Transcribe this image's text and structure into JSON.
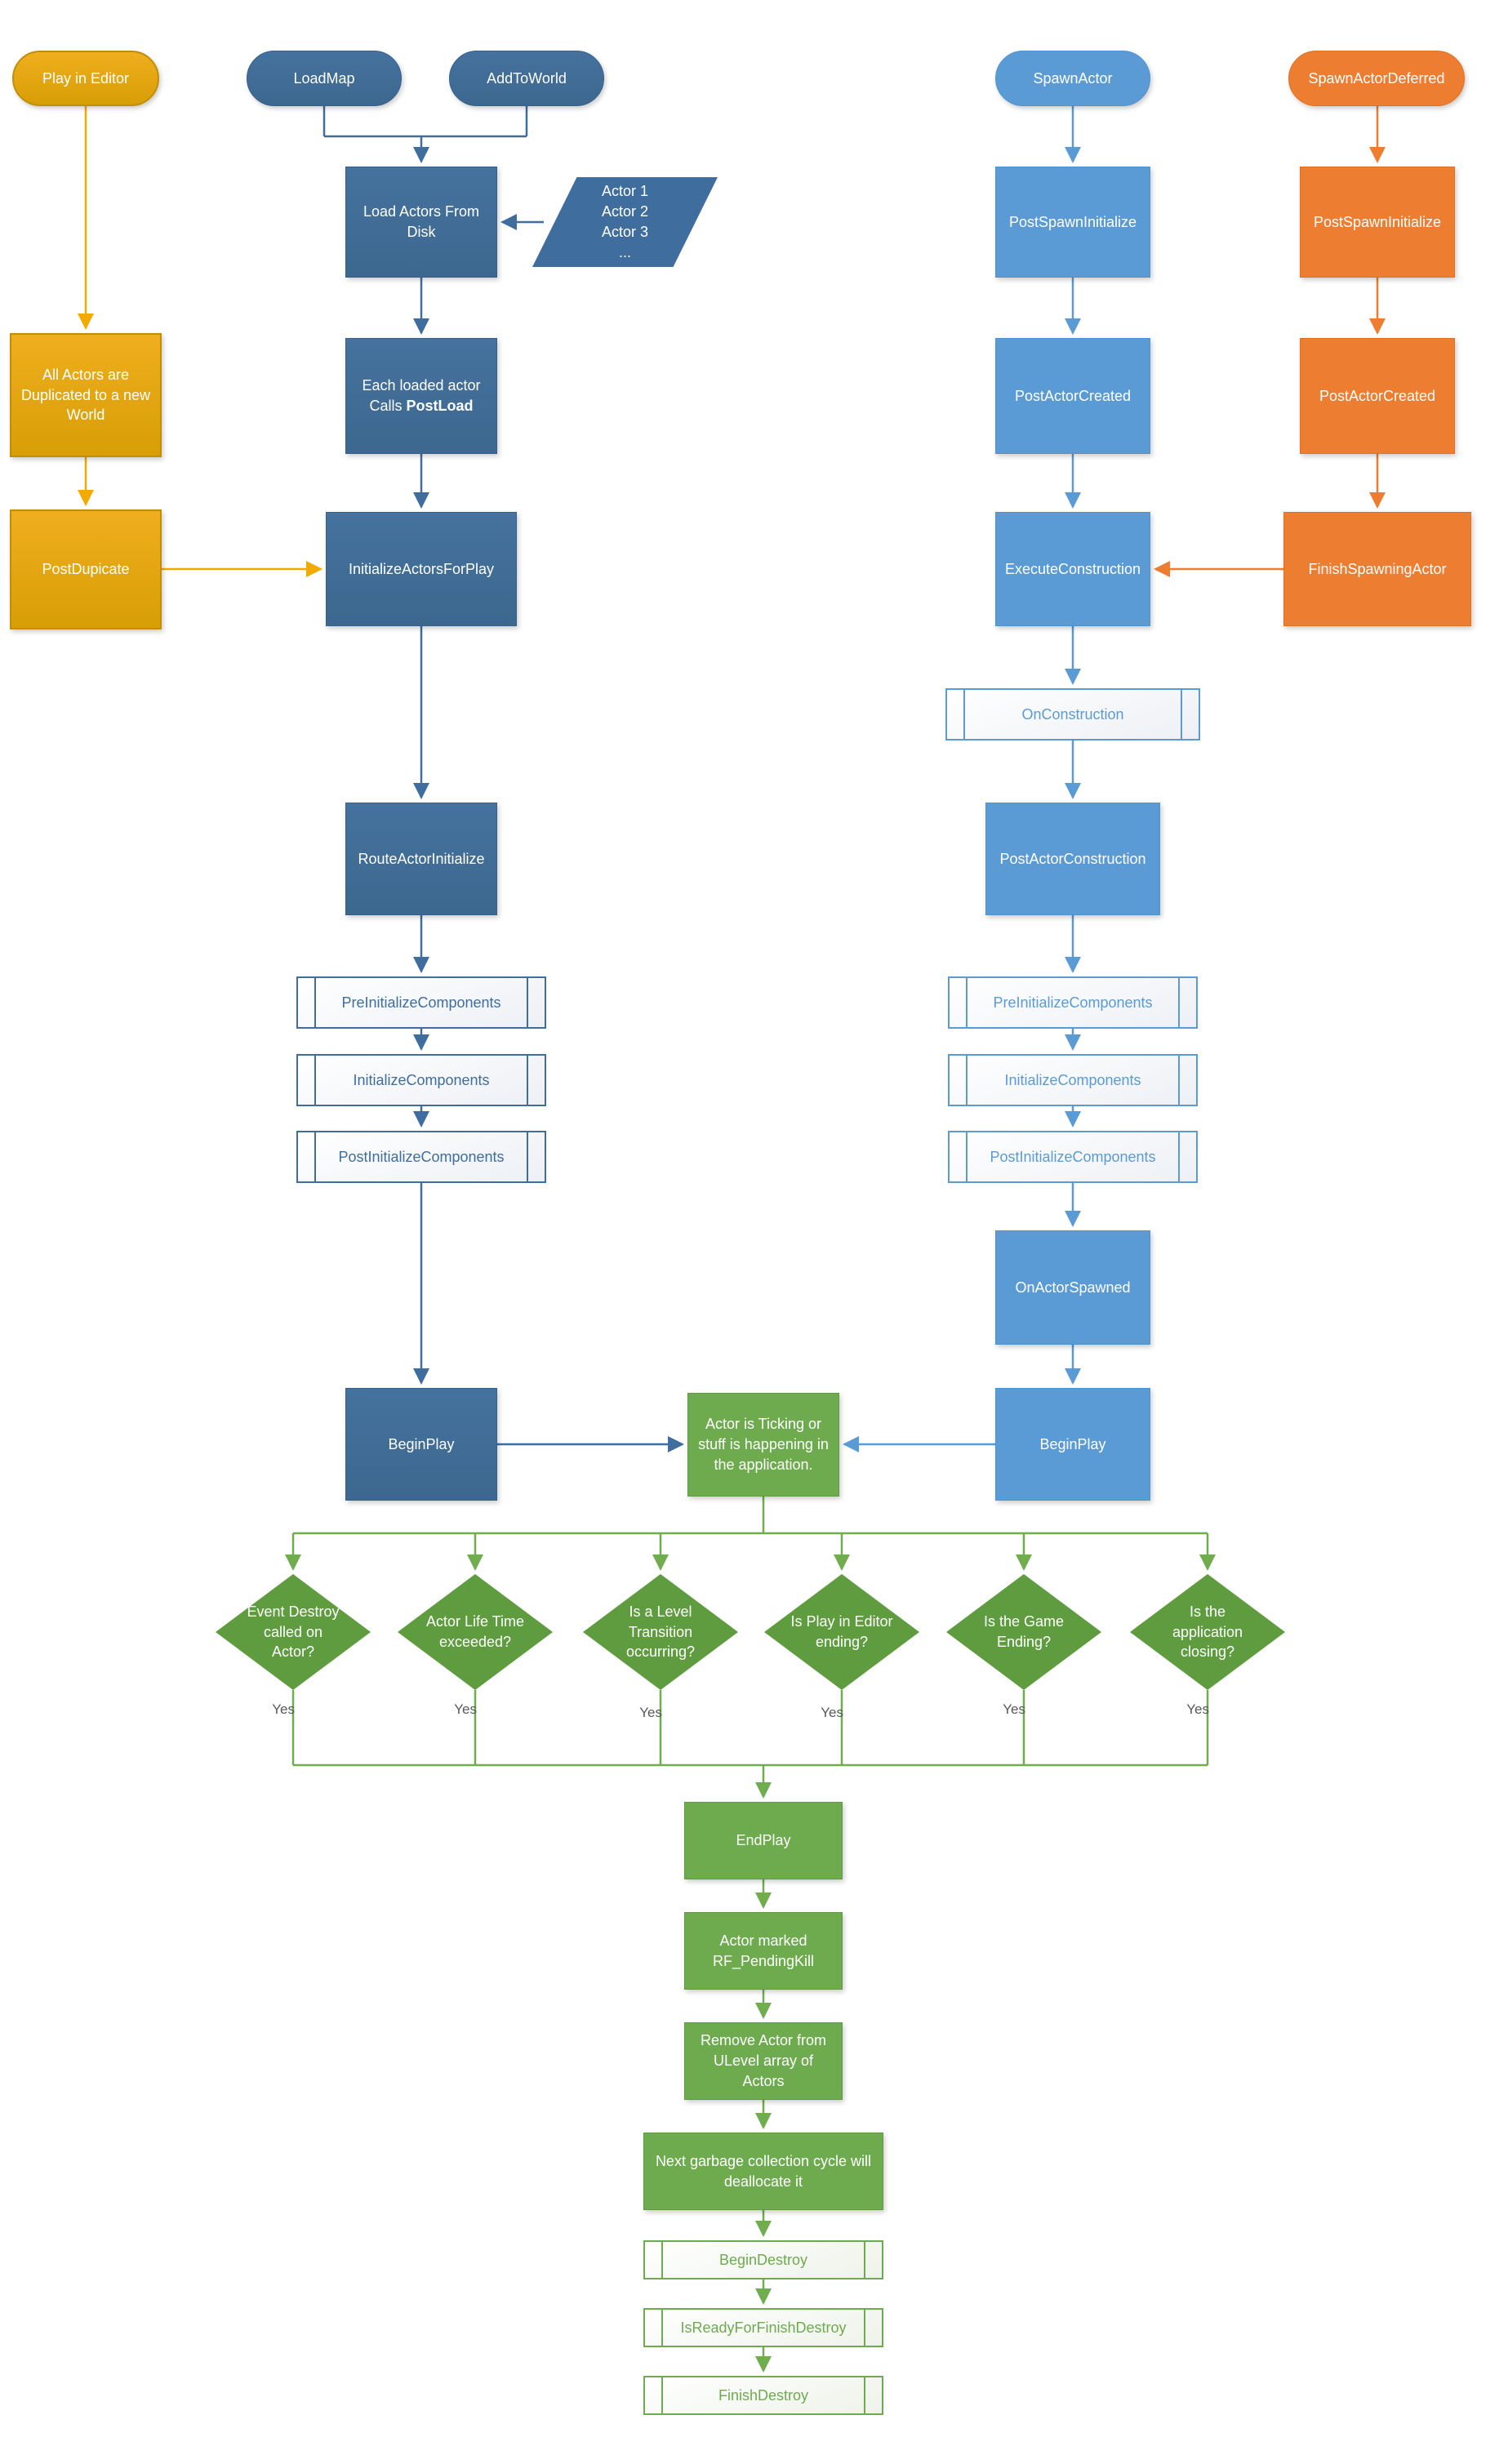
{
  "diagram_title": "Actor Lifecycle Flowchart",
  "colors": {
    "gold": "#E2A713",
    "blue_dark": "#3F6E9E",
    "blue_medium": "#5B9BD5",
    "orange": "#ED7D31",
    "green_box": "#6DAB4E",
    "green_diamond": "#5F9C3F"
  },
  "labels": {
    "yes": "Yes"
  },
  "nodes": {
    "play_in_editor": "Play in Editor",
    "load_map": "LoadMap",
    "add_to_world": "AddToWorld",
    "spawn_actor": "SpawnActor",
    "spawn_actor_deferred": "SpawnActorDeferred",
    "load_actors_from_disk": "Load Actors From Disk",
    "actor_list": [
      "Actor 1",
      "Actor 2",
      "Actor 3",
      "..."
    ],
    "post_load_line1": "Each loaded actor",
    "post_load_line2_prefix": "Calls ",
    "post_load_bold": "PostLoad",
    "all_actors_duplicated": "All Actors are Duplicated to a new World",
    "post_duplicate": "PostDupicate",
    "initialize_actors_for_play": "InitializeActorsForPlay",
    "route_actor_initialize": "RouteActorInitialize",
    "pre_initialize_components": "PreInitializeComponents",
    "initialize_components": "InitializeComponents",
    "post_initialize_components": "PostInitializeComponents",
    "begin_play": "BeginPlay",
    "post_spawn_initialize": "PostSpawnInitialize",
    "post_actor_created": "PostActorCreated",
    "execute_construction": "ExecuteConstruction",
    "finish_spawning_actor": "FinishSpawningActor",
    "on_construction": "OnConstruction",
    "post_actor_construction": "PostActorConstruction",
    "on_actor_spawned": "OnActorSpawned",
    "actor_ticking": "Actor is Ticking or stuff is happening in the application.",
    "decisions": [
      "Event Destroy called on Actor?",
      "Actor Life Time exceeded?",
      "Is a Level Transition occurring?",
      "Is Play in Editor ending?",
      "Is the Game Ending?",
      "Is the application closing?"
    ],
    "end_play": "EndPlay",
    "actor_marked_pending_kill": "Actor marked RF_PendingKill",
    "remove_actor_from_ulevel": "Remove Actor from ULevel array of Actors",
    "garbage_collection": "Next garbage collection cycle will deallocate it",
    "begin_destroy": "BeginDestroy",
    "is_ready_for_finish_destroy": "IsReadyForFinishDestroy",
    "finish_destroy": "FinishDestroy"
  }
}
